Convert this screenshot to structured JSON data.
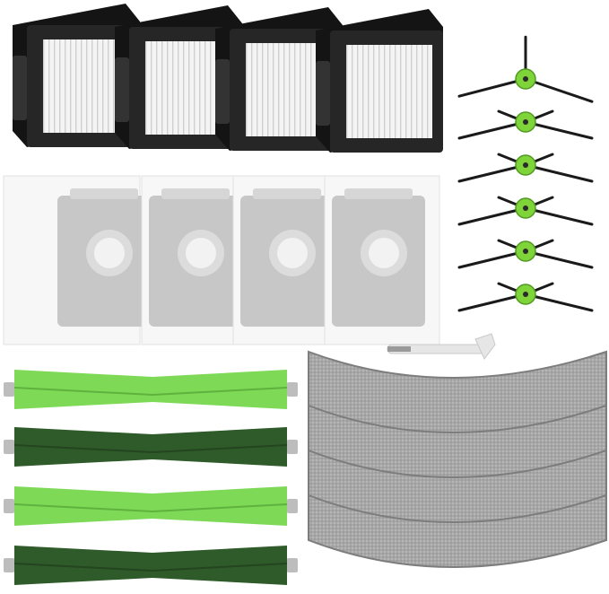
{
  "scene": {
    "background": "#ffffff",
    "items": [
      {
        "name": "hepa-filter",
        "count": 4,
        "frame_color": "#1f1f1f",
        "media_color": "#f2f2f2"
      },
      {
        "name": "dust-bag",
        "count": 4,
        "bag_color": "#f4f4f4",
        "collar_color": "#c9c9c9"
      },
      {
        "name": "side-brush",
        "count": 6,
        "hub_color": "#7fd43a",
        "arm_color": "#1a1a1a"
      },
      {
        "name": "cleaning-tool",
        "count": 1,
        "color": "#e8e8e8"
      },
      {
        "name": "roller-brush-light",
        "count": 2,
        "color": "#7ed957"
      },
      {
        "name": "roller-brush-dark",
        "count": 2,
        "color": "#2f5a2a"
      },
      {
        "name": "mop-pad",
        "count": 4,
        "color": "#a9a9a9"
      }
    ]
  }
}
